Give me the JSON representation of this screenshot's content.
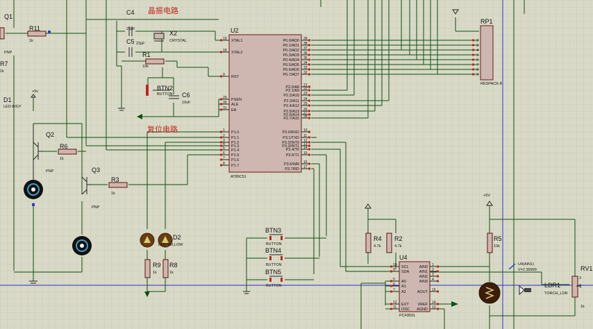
{
  "labels": {
    "crystal_circuit": "晶振电路",
    "reset_circuit": "复位电路"
  },
  "components": {
    "q1": "Q1",
    "q1_type": "PNP",
    "r7": "R7",
    "r7_val": "1k",
    "r11": "R11",
    "r11_val": "1k",
    "d1": "D1",
    "d1_type": "LED-BIGY",
    "v5a": "+5v",
    "q2": "Q2",
    "q2_type": "PNP",
    "r6": "R6",
    "r6_val": "1k",
    "q3": "Q3",
    "q3_type": "PNP",
    "r3": "R3",
    "r3_val": "1k",
    "c4": "C4",
    "c4_val": "22pF",
    "c5": "C5",
    "c5_val": "22pF",
    "x2": "X2",
    "x2_type": "CRYSTAL",
    "r1": "R1",
    "r1_val": "10k",
    "btn2": "BTN2",
    "btn2_type": "BUTTON",
    "c6": "C6",
    "c6_val": "10uF",
    "u2": "U2",
    "u2_type": "AT89C51",
    "rp1": "RP1",
    "rp1_type": "RESPACK-8",
    "d2": "D2",
    "d2_type": "LED-YELLOW",
    "r9": "R9",
    "r9_val": "1k",
    "r8": "R8",
    "r8_val": "1k",
    "btn3": "BTN3",
    "btn4": "BTN4",
    "btn5": "BTN5",
    "btn_type": "BUTTON",
    "r4": "R4",
    "r4_val": "4.7k",
    "r2": "R2",
    "r2_val": "4.7k",
    "u4": "U4",
    "u4_type": "PCF8591",
    "r5": "R5",
    "r5_val": "10k",
    "v5b": "+5V",
    "probe": "U4(AIN1)",
    "probe_val": "V=2.39999",
    "rv1": "RV1",
    "rv1_val": "1k",
    "ldr1": "LDR1",
    "ldr1_type": "TORCH_LDR",
    "rv1_pin3": "3"
  },
  "u2_left_pins": {
    "names": [
      "XTAL1",
      "XTAL2",
      "RST",
      "PSEN",
      "ALE",
      "EA",
      "P1.0",
      "P1.1",
      "P1.2",
      "P1.3",
      "P1.4",
      "P1.5",
      "P1.6",
      "P1.7"
    ],
    "nums": [
      "19",
      "18",
      "9",
      "29",
      "30",
      "31",
      "1",
      "2",
      "3",
      "4",
      "5",
      "6",
      "7",
      "8"
    ]
  },
  "u2_right_pins": {
    "names": [
      "P0.0/AD0",
      "P0.1/AD1",
      "P0.2/AD2",
      "P0.3/AD3",
      "P0.4/AD4",
      "P0.5/AD5",
      "P0.6/AD6",
      "P0.7/AD7",
      "P2.0/A8",
      "P2.1/A9",
      "P2.2/A10",
      "P2.3/A11",
      "P2.4/A12",
      "P2.5/A13",
      "P2.6/A14",
      "P2.7/A15",
      "P3.0/RXD",
      "P3.1/TXD",
      "P3.2/INT0",
      "P3.3/INT1",
      "P3.4/T0",
      "P3.5/T1",
      "P3.6/WR",
      "P3.7/RD"
    ],
    "nums": [
      "39",
      "38",
      "37",
      "36",
      "35",
      "34",
      "33",
      "32",
      "21",
      "22",
      "23",
      "24",
      "25",
      "26",
      "27",
      "28",
      "10",
      "11",
      "12",
      "13",
      "14",
      "15",
      "16",
      "17"
    ]
  },
  "u4_left_pins": {
    "names": [
      "SCL",
      "SDA",
      "A0",
      "A1",
      "A2",
      "EXT",
      "OSC"
    ],
    "nums": [
      "10",
      "9",
      "5",
      "6",
      "7",
      "12",
      "11"
    ]
  },
  "u4_right_pins": {
    "names": [
      "AIN0",
      "AIN1",
      "AIN2",
      "AIN3",
      "AOUT",
      "VREF",
      "AGND"
    ],
    "nums": [
      "1",
      "2",
      "3",
      "4",
      "15",
      "14",
      "13"
    ]
  },
  "rp1_pins": [
    "2",
    "3",
    "4",
    "5",
    "6",
    "7",
    "8",
    "9"
  ]
}
